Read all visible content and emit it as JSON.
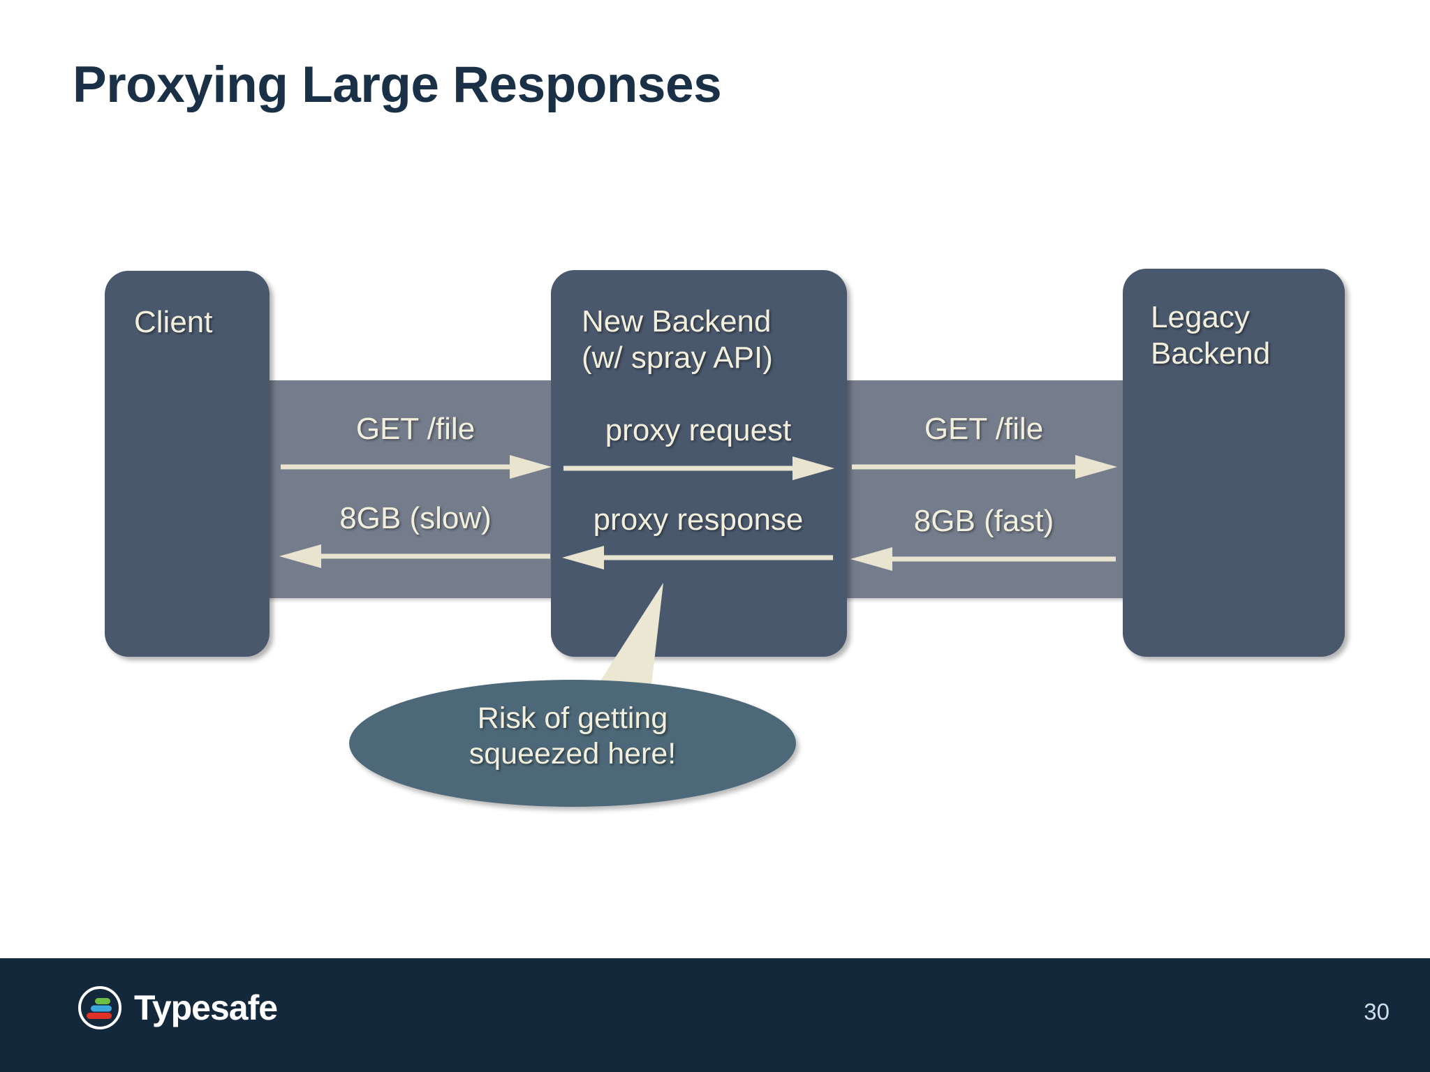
{
  "slide": {
    "title": "Proxying Large Responses",
    "page_number": "30",
    "title_color": "#1a3047",
    "background_color": "#ffffff",
    "node_fill_color": "#4a586d",
    "band_fill_color": "#757d8d",
    "callout_fill_color": "#4d6878",
    "label_text_color": "#f2f0dd",
    "footer_color": "#13293b"
  },
  "diagram": {
    "nodes": [
      {
        "id": "client",
        "label": "Client"
      },
      {
        "id": "new-backend",
        "label_line1": "New Backend",
        "label_line2": "(w/ spray API)"
      },
      {
        "id": "legacy-backend",
        "label_line1": "Legacy",
        "label_line2": "Backend"
      }
    ],
    "flows": [
      {
        "id": "client-to-new-request",
        "label": "GET /file",
        "direction": "right"
      },
      {
        "id": "new-proxy-request",
        "label": "proxy request",
        "direction": "right"
      },
      {
        "id": "new-to-legacy-request",
        "label": "GET /file",
        "direction": "right"
      },
      {
        "id": "new-to-client-response",
        "label": "8GB (slow)",
        "direction": "left"
      },
      {
        "id": "new-proxy-response",
        "label": "proxy response",
        "direction": "left"
      },
      {
        "id": "legacy-to-new-response",
        "label": "8GB (fast)",
        "direction": "left"
      }
    ],
    "callout": {
      "line1": "Risk of getting",
      "line2": "squeezed here!"
    }
  },
  "footer": {
    "brand_name": "Typesafe",
    "logo_bar_colors": [
      "#6cbe45",
      "#3aa8dc",
      "#e03127"
    ],
    "page_number": "30"
  }
}
